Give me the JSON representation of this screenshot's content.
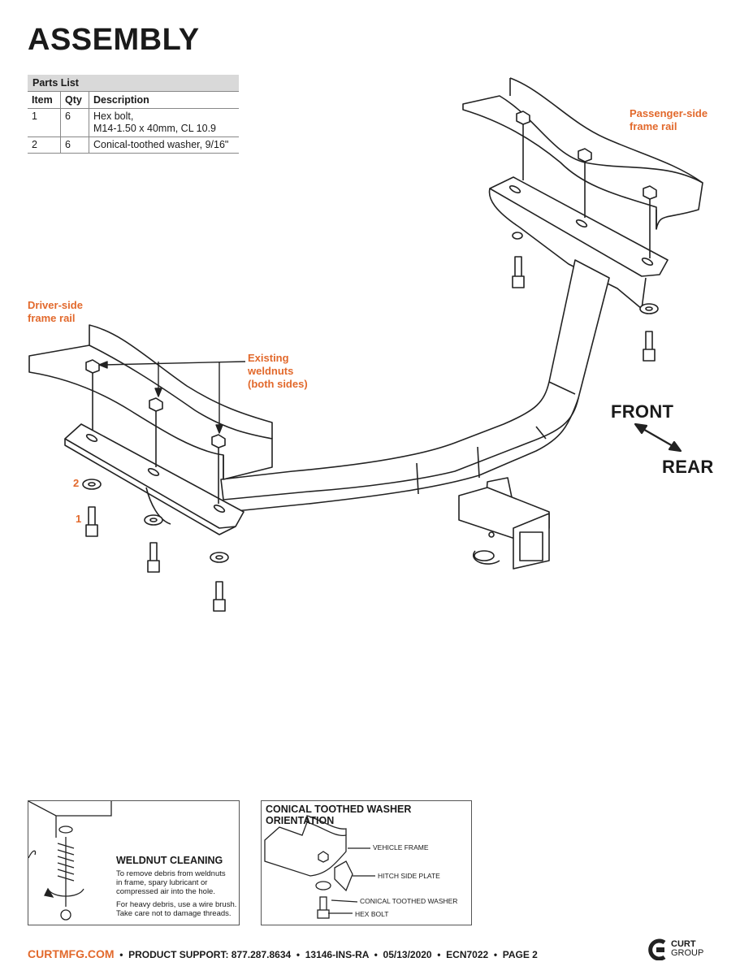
{
  "page_title": "ASSEMBLY",
  "parts_list": {
    "caption": "Parts List",
    "headers": [
      "Item",
      "Qty",
      "Description"
    ],
    "rows": [
      {
        "item": "1",
        "qty": "6",
        "desc_line1": "Hex bolt,",
        "desc_line2": "M14-1.50 x 40mm, CL 10.9"
      },
      {
        "item": "2",
        "qty": "6",
        "desc_line1": "Conical-toothed washer, 9/16\"",
        "desc_line2": ""
      }
    ]
  },
  "labels": {
    "passenger_1": "Passenger-side",
    "passenger_2": "frame rail",
    "driver_1": "Driver-side",
    "driver_2": "frame rail",
    "weldnuts_1": "Existing",
    "weldnuts_2": "weldnuts",
    "weldnuts_3": "(both sides)",
    "callout_2": "2",
    "callout_1": "1",
    "front": "FRONT",
    "rear": "REAR"
  },
  "weldnut_box": {
    "title": "WELDNUT CLEANING",
    "text1_l1": "To remove debris from weldnuts",
    "text1_l2": "in frame, spary lubricant or",
    "text1_l3": "compressed air into the hole.",
    "text2_l1": "For heavy debris, use a wire brush.",
    "text2_l2": "Take care not to damage threads."
  },
  "washer_box": {
    "title": "CONICAL TOOTHED WASHER ORIENTATION",
    "vehicle_frame": "VEHICLE FRAME",
    "hitch_side_plate": "HITCH SIDE PLATE",
    "conical_washer": "CONICAL TOOTHED WASHER",
    "hex_bolt": "HEX BOLT"
  },
  "footer": {
    "site": "CURTMFG.COM",
    "sep": "•",
    "support": "PRODUCT SUPPORT: 877.287.8634",
    "part": "13146-INS-RA",
    "date": "05/13/2020",
    "ecn": "ECN7022",
    "page": "PAGE 2"
  },
  "logo": {
    "line1": "CURT",
    "line2": "GROUP"
  },
  "colors": {
    "accent": "#e2692c",
    "text": "#1a1a1a",
    "table_header_bg": "#d9d9d9"
  }
}
